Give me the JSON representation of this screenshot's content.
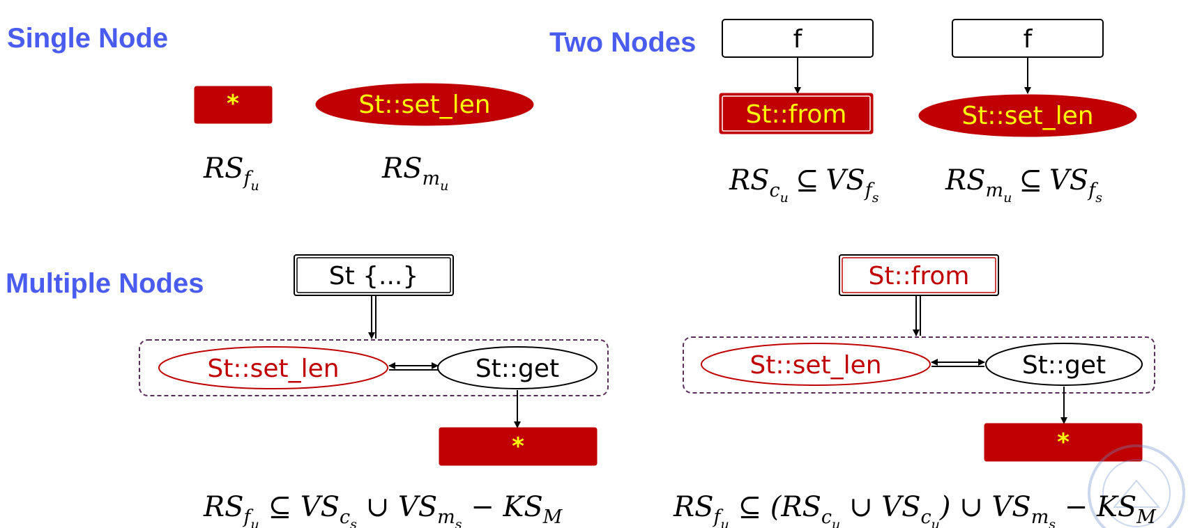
{
  "sections": {
    "single": "Single Node",
    "two": "Two Nodes",
    "multiple": "Multiple Nodes"
  },
  "nodes": {
    "deref": "*",
    "set_len": "St::set_len",
    "f": "f",
    "from": "St::from",
    "st_struct": "St {...}",
    "get": "St::get"
  },
  "formulas": {
    "single_a": {
      "base": "RS",
      "sub": "f",
      "subsub": "u"
    },
    "single_b": {
      "base": "RS",
      "sub": "m",
      "subsub": "u"
    },
    "two_a": {
      "lhs": "RS",
      "lhs_sub": "c",
      "lhs_subsub": "u",
      "op": "⊆",
      "rhs": "VS",
      "rhs_sub": "f",
      "rhs_subsub": "s"
    },
    "two_b": {
      "lhs": "RS",
      "lhs_sub": "m",
      "lhs_subsub": "u",
      "op": "⊆",
      "rhs": "VS",
      "rhs_sub": "f",
      "rhs_subsub": "s"
    },
    "multi_a": {
      "p1": "RS",
      "p1_sub": "f",
      "p1_subsub": "u",
      "p2": " ⊆ VS",
      "p2_sub": "c",
      "p2_subsub": "s",
      "p3": " ∪ VS",
      "p3_sub": "m",
      "p3_subsub": "s",
      "p4": " − KS",
      "p4_sub": "M"
    },
    "multi_b": {
      "p1": "RS",
      "p1_sub": "f",
      "p1_subsub": "u",
      "p2": " ⊆ (RS",
      "p2_sub": "c",
      "p2_subsub": "u",
      "p3": " ∪ VS",
      "p3_sub": "c",
      "p3_subsub": "u",
      "p4": ") ∪ VS",
      "p4_sub": "m",
      "p4_subsub": "s",
      "p5": " − KS",
      "p5_sub": "M"
    }
  },
  "colors": {
    "section_title": "#4a5cf0",
    "node_red": "#c00000",
    "node_text_yellow": "#ffff00",
    "group_border": "#5a2d5a"
  }
}
